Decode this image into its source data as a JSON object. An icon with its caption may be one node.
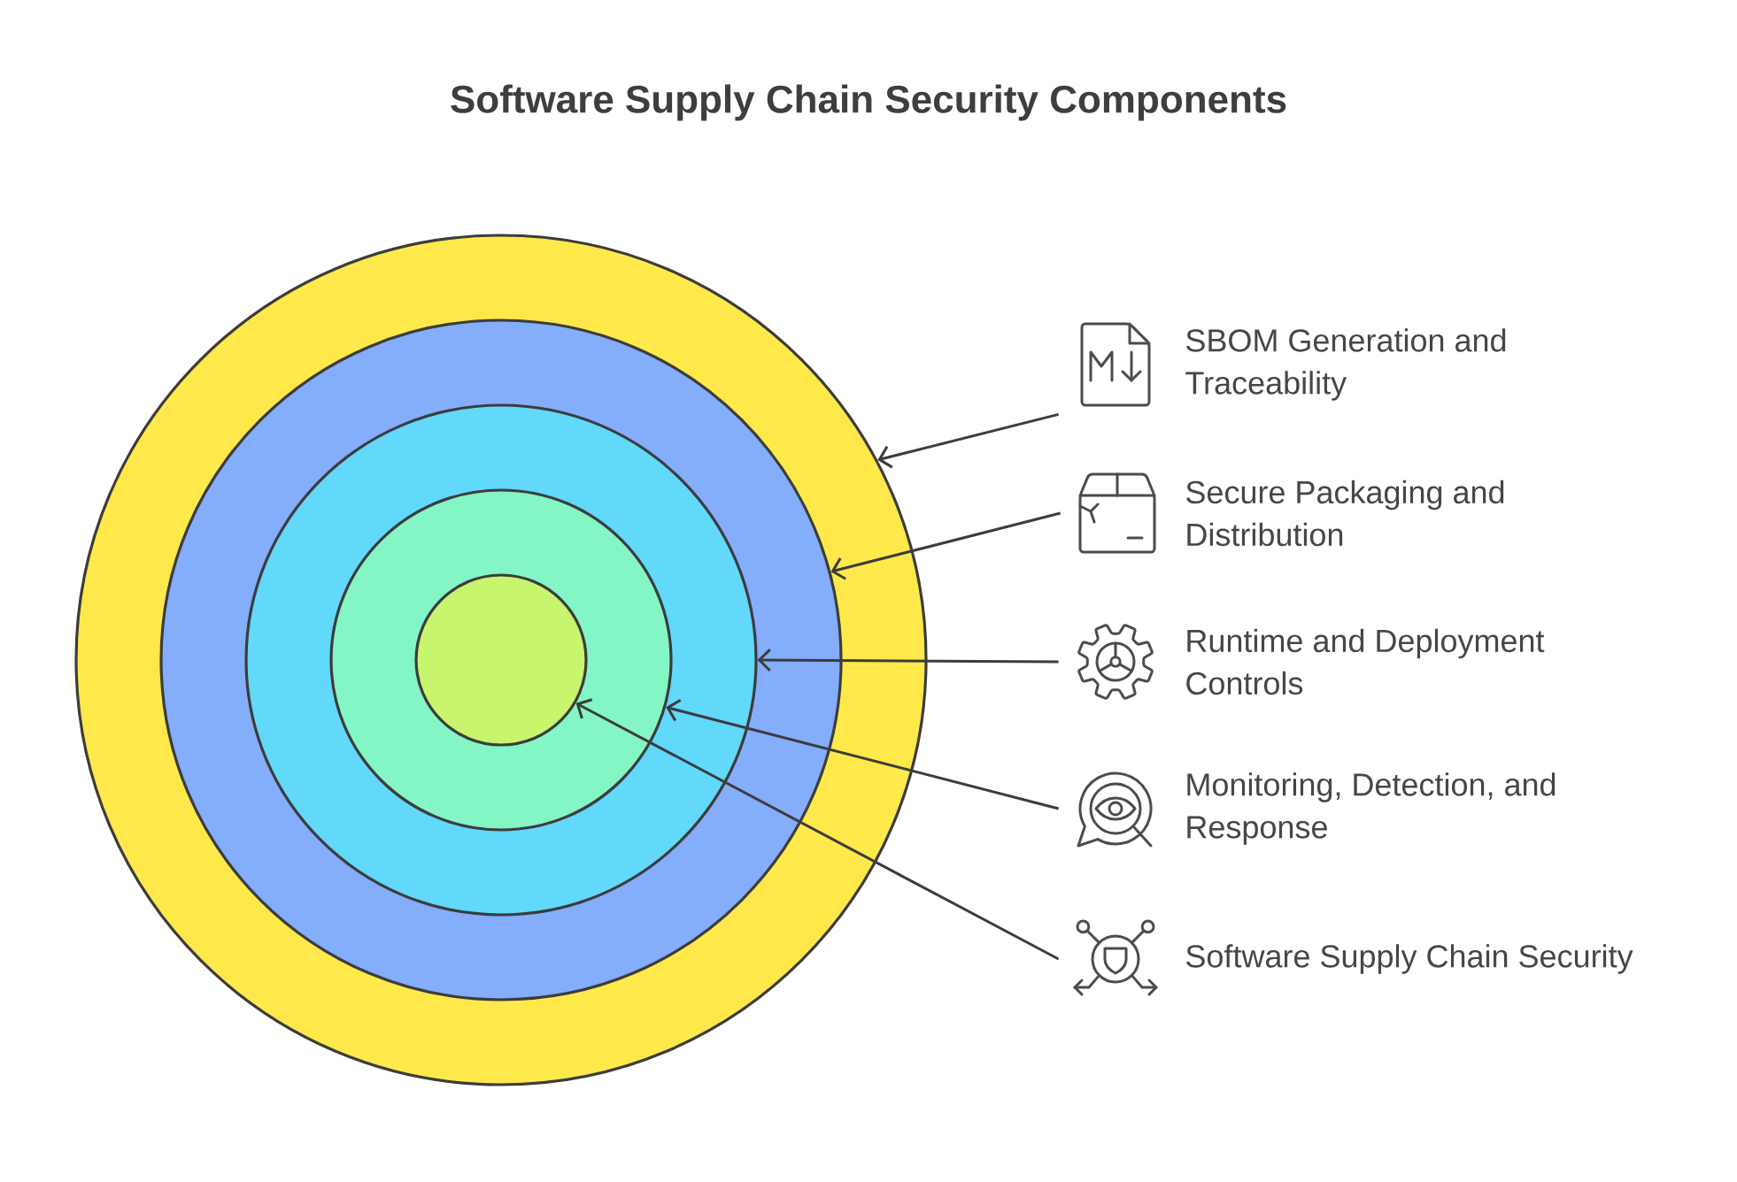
{
  "diagram": {
    "title": "Software Supply Chain Security Components",
    "nodes": [
      {
        "text": [],
        "shape": "circle"
      },
      {
        "text": [],
        "shape": "circle",
        "in": 0
      },
      {
        "text": [],
        "shape": "circle",
        "in": 1
      },
      {
        "text": [],
        "shape": "circle",
        "in": 2
      },
      {
        "text": [],
        "shape": "circle",
        "in": 3
      },
      {
        "text": [
          "SBOM Generation and Traceability"
        ]
      },
      {
        "text": [
          "Secure Packaging and Distribution"
        ]
      },
      {
        "text": [
          "Runtime and Deployment Controls"
        ]
      },
      {
        "text": [
          "Monitoring, Detection, and Response"
        ]
      },
      {
        "text": [
          "Software Supply Chain Security"
        ]
      }
    ],
    "edges": [
      {
        "from": 5,
        "to": 0,
        "arrow": "to"
      },
      {
        "from": 6,
        "to": 1,
        "arrow": "to"
      },
      {
        "from": 7,
        "to": 2,
        "arrow": "to"
      },
      {
        "from": 8,
        "to": 3,
        "arrow": "to"
      },
      {
        "from": 9,
        "to": 4,
        "arrow": "to"
      }
    ]
  }
}
